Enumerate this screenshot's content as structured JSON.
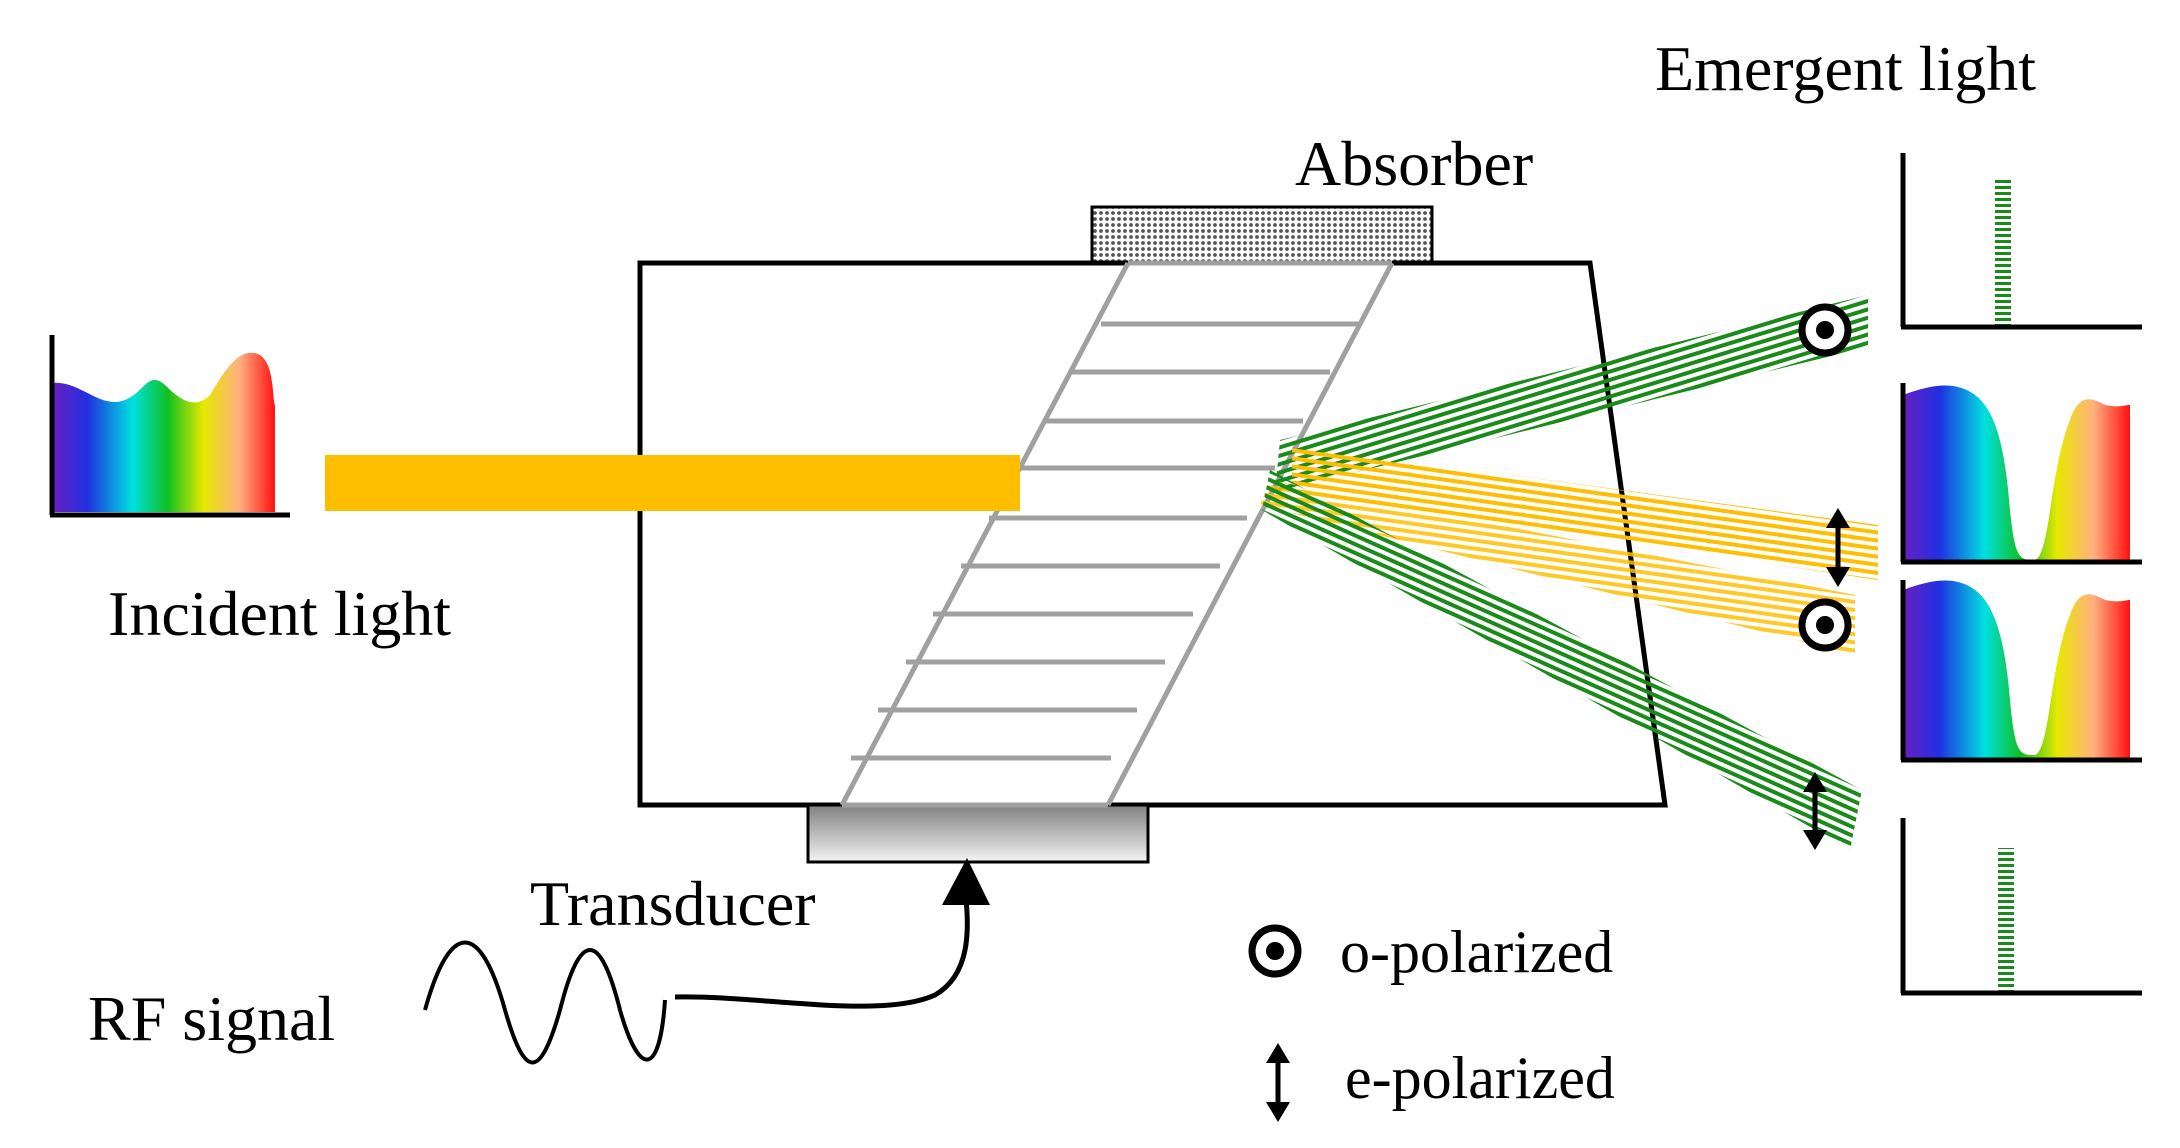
{
  "labels": {
    "emergent_light": "Emergent light",
    "absorber": "Absorber",
    "incident_light": "Incident light",
    "transducer": "Transducer",
    "rf_signal": "RF signal",
    "o_polarized": "o-polarized",
    "e_polarized": "e-polarized"
  },
  "colors": {
    "incident_beam": "#FFBF00",
    "diffracted_beam": "#1A8A1A",
    "crystal_outline": "#000000",
    "grating": "#A0A0A0"
  },
  "icons": {
    "o_polarized": "circled-dot-icon",
    "e_polarized": "double-arrow-icon"
  }
}
